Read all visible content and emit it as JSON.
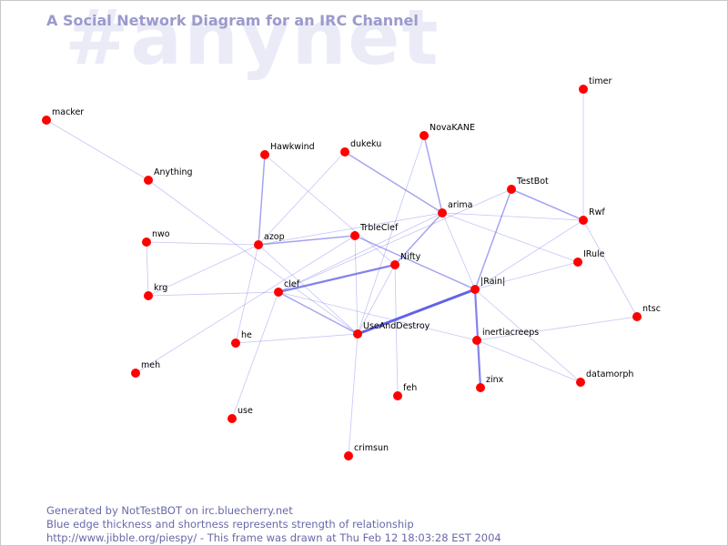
{
  "watermark": "#anynet",
  "title": "A Social Network Diagram for an IRC Channel",
  "footer": {
    "line1": "Generated by NotTestBOT on irc.bluecherry.net",
    "line2": "Blue edge thickness and shortness represents strength of relationship",
    "line3": "http://www.jibble.org/piespy/ - This frame was drawn at Thu Feb 12 18:03:28 EST 2004"
  },
  "colors": {
    "node": "#ff0000",
    "edge": "#5a5ae6",
    "title": "#9a9acc",
    "footer": "#6868a8",
    "watermark": "#ebebf8"
  },
  "nodes": [
    "macker",
    "Anything",
    "Hawkwind",
    "dukeku",
    "NovaKANE",
    "timer",
    "TestBot",
    "arima",
    "Rwf",
    "nwo",
    "azop",
    "TrbleClef",
    "Nifty",
    "IRule",
    "krg",
    "clef",
    "|Rain|",
    "ntsc",
    "UseAndDestroy",
    "he",
    "inertiacreeps",
    "meh",
    "feh",
    "zinx",
    "datamorph",
    "use",
    "crimsun"
  ],
  "edges": [
    {
      "a": "macker",
      "b": "Anything",
      "w": 1
    },
    {
      "a": "Anything",
      "b": "UseAndDestroy",
      "w": 1
    },
    {
      "a": "Hawkwind",
      "b": "azop",
      "w": 2
    },
    {
      "a": "Hawkwind",
      "b": "Nifty",
      "w": 1
    },
    {
      "a": "dukeku",
      "b": "azop",
      "w": 1
    },
    {
      "a": "dukeku",
      "b": "arima",
      "w": 2
    },
    {
      "a": "NovaKANE",
      "b": "arima",
      "w": 2
    },
    {
      "a": "NovaKANE",
      "b": "UseAndDestroy",
      "w": 1
    },
    {
      "a": "timer",
      "b": "Rwf",
      "w": 1
    },
    {
      "a": "TestBot",
      "b": "Rwf",
      "w": 2
    },
    {
      "a": "TestBot",
      "b": "|Rain|",
      "w": 2
    },
    {
      "a": "TestBot",
      "b": "clef",
      "w": 1
    },
    {
      "a": "arima",
      "b": "Rwf",
      "w": 1
    },
    {
      "a": "arima",
      "b": "clef",
      "w": 1
    },
    {
      "a": "arima",
      "b": "Nifty",
      "w": 2
    },
    {
      "a": "arima",
      "b": "|Rain|",
      "w": 1
    },
    {
      "a": "arima",
      "b": "azop",
      "w": 1
    },
    {
      "a": "Rwf",
      "b": "|Rain|",
      "w": 1
    },
    {
      "a": "Rwf",
      "b": "ntsc",
      "w": 1
    },
    {
      "a": "nwo",
      "b": "azop",
      "w": 1
    },
    {
      "a": "nwo",
      "b": "krg",
      "w": 1
    },
    {
      "a": "azop",
      "b": "TrbleClef",
      "w": 2
    },
    {
      "a": "azop",
      "b": "krg",
      "w": 1
    },
    {
      "a": "azop",
      "b": "he",
      "w": 1
    },
    {
      "a": "azop",
      "b": "UseAndDestroy",
      "w": 1
    },
    {
      "a": "TrbleClef",
      "b": "|Rain|",
      "w": 2
    },
    {
      "a": "TrbleClef",
      "b": "UseAndDestroy",
      "w": 1
    },
    {
      "a": "TrbleClef",
      "b": "meh",
      "w": 1
    },
    {
      "a": "Nifty",
      "b": "clef",
      "w": 3
    },
    {
      "a": "Nifty",
      "b": "feh",
      "w": 1
    },
    {
      "a": "Nifty",
      "b": "UseAndDestroy",
      "w": 1
    },
    {
      "a": "IRule",
      "b": "|Rain|",
      "w": 1
    },
    {
      "a": "IRule",
      "b": "arima",
      "w": 1
    },
    {
      "a": "krg",
      "b": "clef",
      "w": 1
    },
    {
      "a": "clef",
      "b": "UseAndDestroy",
      "w": 2
    },
    {
      "a": "clef",
      "b": "use",
      "w": 1
    },
    {
      "a": "clef",
      "b": "inertiacreeps",
      "w": 1
    },
    {
      "a": "|Rain|",
      "b": "UseAndDestroy",
      "w": 4
    },
    {
      "a": "|Rain|",
      "b": "zinx",
      "w": 3
    },
    {
      "a": "|Rain|",
      "b": "datamorph",
      "w": 1
    },
    {
      "a": "UseAndDestroy",
      "b": "he",
      "w": 1
    },
    {
      "a": "UseAndDestroy",
      "b": "crimsun",
      "w": 1
    },
    {
      "a": "inertiacreeps",
      "b": "ntsc",
      "w": 1
    },
    {
      "a": "inertiacreeps",
      "b": "datamorph",
      "w": 1
    }
  ]
}
